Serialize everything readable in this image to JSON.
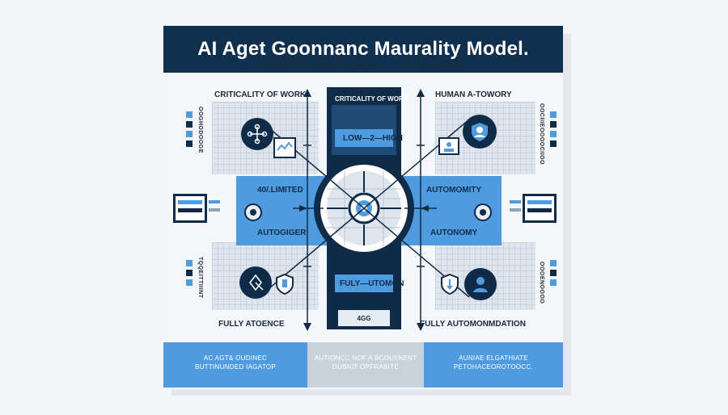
{
  "header": {
    "title": "AI Aget Goonnanc Maurality Model.",
    "subtitle_left": "A AII A for I business knewede.",
    "subtitle_right": "by TehnooDigital"
  },
  "quadrants": {
    "top_left_label": "CRITICALITY OF WORK",
    "top_center_label": "CRITICALITY OF WORK",
    "top_right_label": "HUMAN A-TOWORY",
    "left_side_text": "OOGHODOOGE",
    "right_side_text": "OOCIIIEOOOOCIIOO",
    "bottom_left_side_text": "TQQEITTIIINT",
    "bottom_right_side_text": "OOOENOOOO",
    "bottom_left_label": "FULLY ATOENCE",
    "bottom_right_label": "FULLY AUTOMONMDATION"
  },
  "center_column": {
    "top_text": "LOW—2—HIGH",
    "bottom_text": "FULY—UTOMON",
    "footer_code": "4GG"
  },
  "band": {
    "left_top": "40/.LIMITED",
    "left_bottom": "AUTOGIGER",
    "right_top": "AUTOMOMITY",
    "right_bottom": "AUTONOMY"
  },
  "footer": {
    "left_line1": "AC AGT& OUDINEC",
    "left_line2": "BUTTINUNDED IAGATOP",
    "center_line1": "AUTIONCC NOF A BCOUIINENT",
    "center_line2": "DUBNIT OPFRABITE",
    "right_line1": "AUNIAE ELGATHIATE",
    "right_line2": "PETOHACEOROTOOCC."
  },
  "colors": {
    "navy": "#0f2b48",
    "accent_blue": "#4f9be0",
    "panel_gray": "#dfe5ed"
  }
}
